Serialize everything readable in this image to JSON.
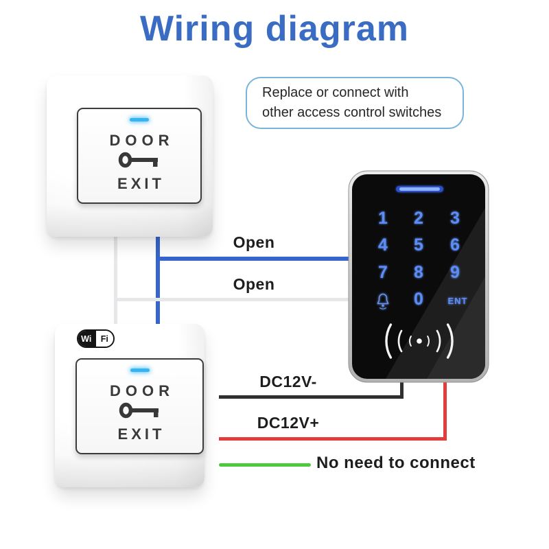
{
  "title": {
    "text": "Wiring diagram",
    "color": "#3a6cc4"
  },
  "callout": {
    "line1": "Replace or connect with",
    "line2": "other access control switches",
    "border_color": "#79b5da"
  },
  "exit_buttons": {
    "top": {
      "door": "DOOR",
      "exit": "EXIT",
      "key_icon": "key-icon",
      "led_color": "#35b4f1"
    },
    "bottom": {
      "door": "DOOR",
      "exit": "EXIT",
      "key_icon": "key-icon",
      "led_color": "#35b4f1",
      "wifi_badge": {
        "left": "Wi",
        "right": "Fi"
      }
    }
  },
  "keypad": {
    "digits": [
      "1",
      "2",
      "3",
      "4",
      "5",
      "6",
      "7",
      "8",
      "9"
    ],
    "zero": "0",
    "ent": "ENT",
    "bell_icon": "doorbell-icon",
    "reader_icon": "rfid-reader-icon",
    "digit_color": "#5d8cf5",
    "led_color": "#6f9dff"
  },
  "wires": {
    "open_top": {
      "label": "Open",
      "color": "#3565cd"
    },
    "open_bottom": {
      "label": "Open",
      "color": "#e6e7e9"
    },
    "dc12v_minus": {
      "label": "DC12V-",
      "color": "#303030"
    },
    "dc12v_plus": {
      "label": "DC12V+",
      "color": "#e23d3d"
    },
    "no_connect": {
      "label": "No need to connect",
      "color": "#4ec83e"
    }
  }
}
